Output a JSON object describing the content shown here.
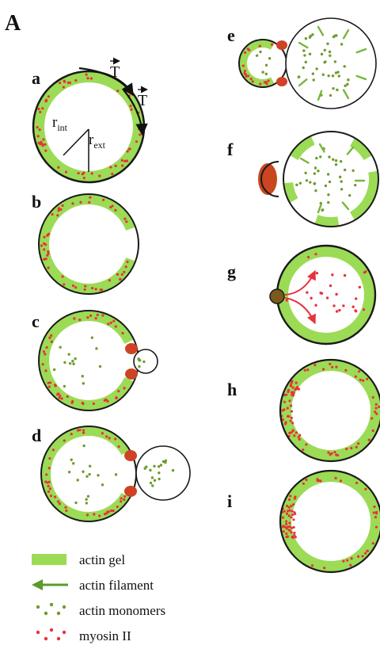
{
  "figure": {
    "panel_label": "A",
    "stage_labels": {
      "a": "a",
      "b": "b",
      "c": "c",
      "d": "d",
      "e": "e",
      "f": "f",
      "g": "g",
      "h": "h",
      "i": "i"
    },
    "annotations": {
      "tension_symbol": "T",
      "r_int": "r",
      "r_int_sub": "int",
      "r_ext": "r",
      "r_ext_sub": "ext"
    },
    "legend": [
      {
        "label": "actin gel",
        "icon": "green-band"
      },
      {
        "label": "actin filament",
        "icon": "green-arrow-left"
      },
      {
        "label": "actin monomers",
        "icon": "green-dots"
      },
      {
        "label": "myosin II",
        "icon": "red-dots"
      }
    ],
    "colors": {
      "actin_gel": "#9bdb55",
      "actin_filament": "#5d9a2a",
      "actin_monomer": "#6f9b2e",
      "myosin": "#e8323c",
      "membrane": "#1a1a1a",
      "blob_core": "#c8471f"
    }
  }
}
